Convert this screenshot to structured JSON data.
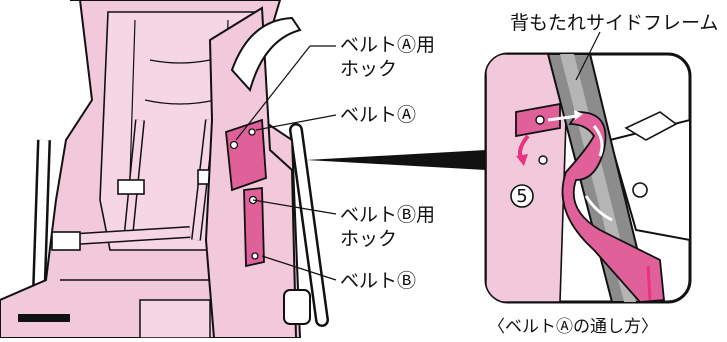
{
  "callouts": {
    "belt_a_hook_line1": "ベルトⒶ用",
    "belt_a_hook_line2": "ホック",
    "belt_a": "ベルトⒶ",
    "belt_b_hook_line1": "ベルトⒷ用",
    "belt_b_hook_line2": "ホック",
    "belt_b": "ベルトⒷ"
  },
  "detail": {
    "frame_label": "背もたれサイドフレーム",
    "step_number": "5",
    "caption": "〈ベルトⒶの通し方〉"
  },
  "colors": {
    "fabric_pink": "#f2c8db",
    "belt_pink": "#e0609a",
    "arrow_pink": "#e8337d",
    "frame_gray": "#8c8c8c",
    "outline": "#111111"
  }
}
